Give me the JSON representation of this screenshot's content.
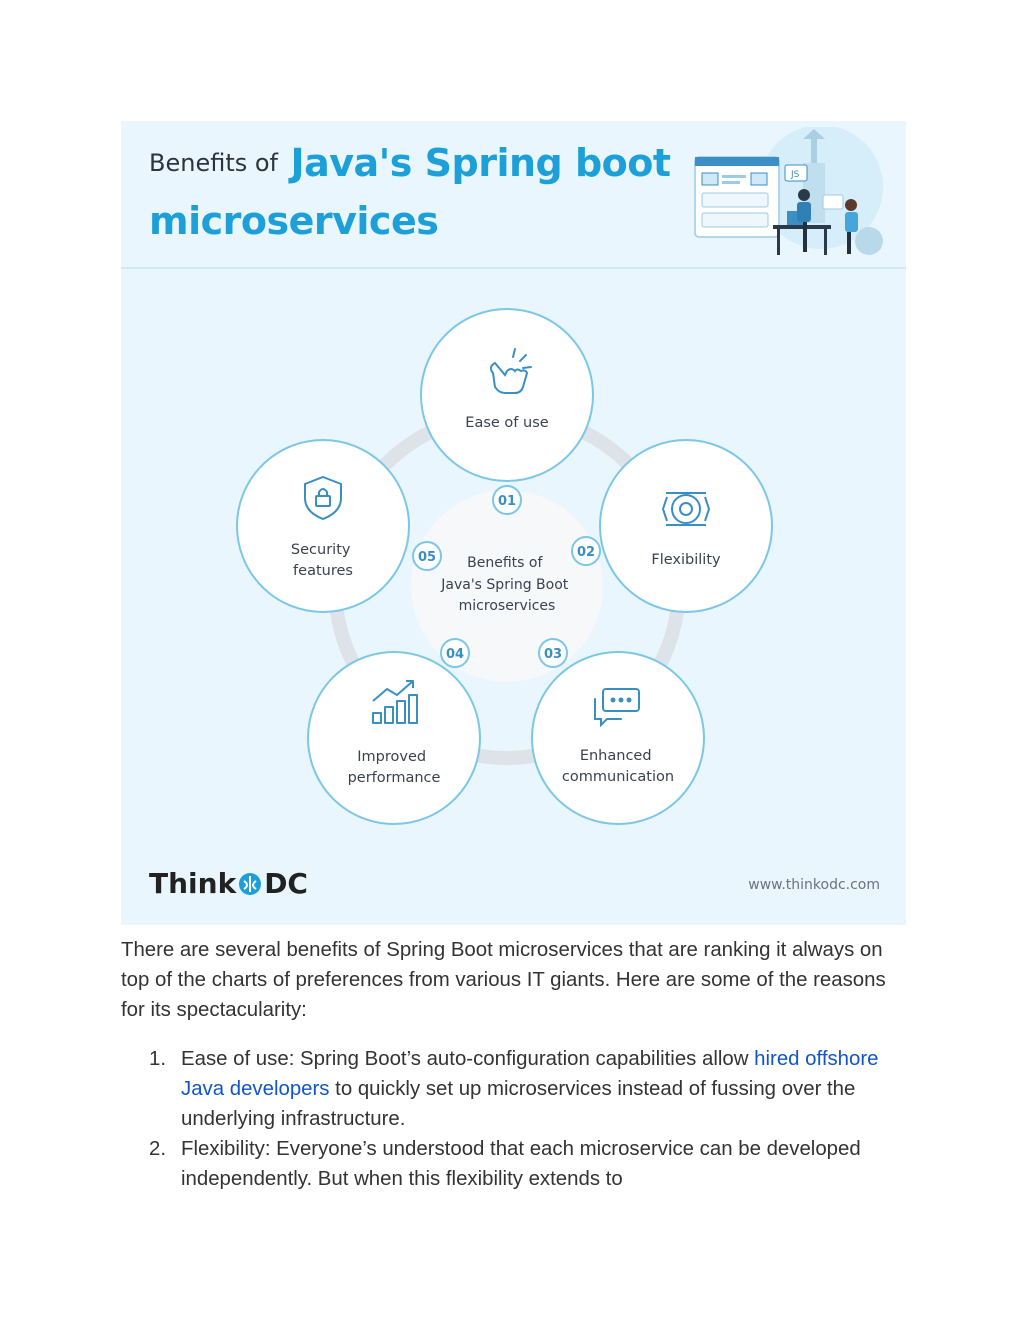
{
  "infographic": {
    "header_prefix": "Benefits of",
    "header_main_line1": "Java's Spring boot",
    "header_main_line2": "microservices",
    "illustration_badge": "JS",
    "center": {
      "line1": "Benefits of",
      "line2": "Java's Spring Boot",
      "line3": "microservices"
    },
    "nodes": [
      {
        "num": "01",
        "line1": "Ease of use",
        "line2": "",
        "icon": "tap-hand-icon"
      },
      {
        "num": "02",
        "line1": "Flexibility",
        "line2": "",
        "icon": "gear-cycle-icon"
      },
      {
        "num": "03",
        "line1": "Enhanced",
        "line2": "communication",
        "icon": "chat-bubbles-icon"
      },
      {
        "num": "04",
        "line1": "Improved",
        "line2": "performance",
        "icon": "growth-chart-icon"
      },
      {
        "num": "05",
        "line1": "Security",
        "line2": "features",
        "icon": "shield-lock-icon"
      }
    ],
    "logo_left": "Think",
    "logo_right": "DC",
    "site_url": "www.thinkodc.com",
    "colors": {
      "accent": "#1d9fd8",
      "background": "#e9f6fd",
      "node_border": "#7cc6e6",
      "ring": "#dde3e8"
    }
  },
  "intro_paragraph": "There are several benefits of Spring Boot microservices that are ranking it always on top of the charts of preferences from various IT giants. Here are some of the reasons for its spectacularity:",
  "list": [
    {
      "number": "1.",
      "text_before_link": "Ease of use: Spring Boot’s auto-configuration capabilities allow ",
      "link_text": "hired offshore Java developers",
      "text_after_link": " to quickly set up microservices instead of fussing over the underlying infrastructure."
    },
    {
      "number": "2.",
      "text": "Flexibility: Everyone’s understood that each microservice can be developed independently. But when this flexibility extends to"
    }
  ]
}
